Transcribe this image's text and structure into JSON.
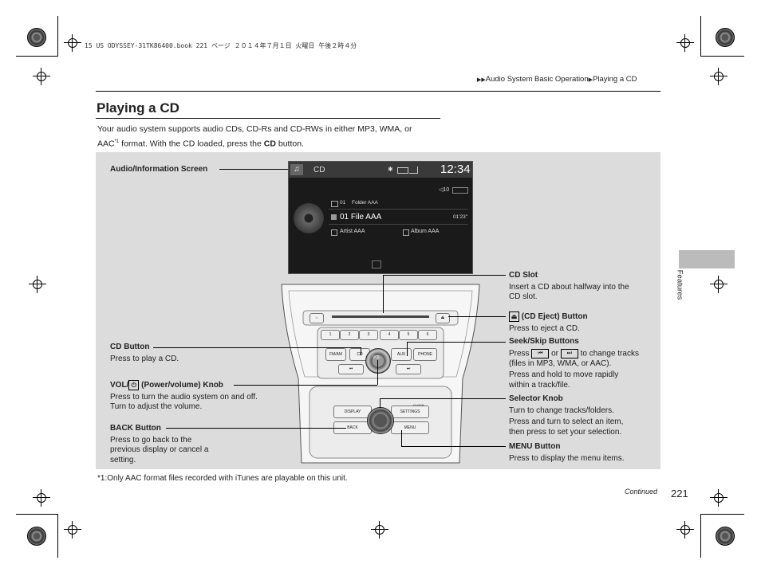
{
  "print_header": "15 US ODYSSEY-31TK86400.book  221 ページ  ２０１４年７月１日  火曜日  午後２時４分",
  "breadcrumb": {
    "arrows": "▶▶",
    "section": "Audio System Basic Operation",
    "sep": "▶",
    "page": "Playing a CD"
  },
  "title": "Playing a CD",
  "intro": {
    "line1": "Your audio system supports audio CDs, CD-Rs and CD-RWs in either MP3, WMA, or",
    "line2_pre": "AAC",
    "line2_sup": "*1",
    "line2_mid": " format. With the CD loaded, press the ",
    "line2_bold": "CD",
    "line2_post": " button."
  },
  "screen": {
    "label": "CD",
    "clock": "12:34",
    "volume": "◁10",
    "folder_no": "01",
    "folder": "Folder AAA",
    "track": "01 File AAA",
    "time": "01'23\"",
    "artist": "Artist AAA",
    "album": "Album AAA"
  },
  "console": {
    "presets": [
      "1",
      "2",
      "3",
      "4",
      "5",
      "6"
    ],
    "fm_am": "FM/AM",
    "cd": "CD",
    "aux": "AUX",
    "phone": "PHONE",
    "vol": "VOL",
    "display": "DISPLAY",
    "settings": "SETTINGS",
    "back": "BACK",
    "menu": "MENU",
    "clock": "CLOCK"
  },
  "callouts_left": {
    "screen": "Audio/Information Screen",
    "cd_button_title": "CD Button",
    "cd_button_desc": "Press to play a CD.",
    "vol_title_pre": "VOL/",
    "vol_title_post": " (Power/volume) Knob",
    "vol_desc1": "Press to turn the audio system on and off.",
    "vol_desc2": "Turn to adjust the volume.",
    "back_title": "BACK Button",
    "back_desc1": "Press to go back to the",
    "back_desc2": "previous display or cancel a",
    "back_desc3": "setting."
  },
  "callouts_right": {
    "cd_slot_title": "CD Slot",
    "cd_slot_desc1": "Insert a CD about halfway into the",
    "cd_slot_desc2": "CD slot.",
    "eject_title": " (CD Eject) Button",
    "eject_desc": "Press to eject a CD.",
    "seek_title": "Seek/Skip Buttons",
    "seek_desc1_pre": "Press ",
    "seek_desc1_mid": " or ",
    "seek_desc1_post": " to change tracks",
    "seek_desc2": "(files in MP3, WMA, or AAC).",
    "seek_desc3": "Press and hold to move rapidly",
    "seek_desc4": "within a track/file.",
    "selector_title": "Selector Knob",
    "selector_desc1": "Turn to change tracks/folders.",
    "selector_desc2": "Press and turn to select an item,",
    "selector_desc3": "then press to set your selection.",
    "menu_title": "MENU Button",
    "menu_desc": "Press to display the menu items."
  },
  "footnote": "*1:Only AAC format files recorded with iTunes are playable on this unit.",
  "continued": "Continued",
  "page_number": "221",
  "side_tab": "Features",
  "colors": {
    "panel": "#dcdcdc",
    "tab": "#bbbbbb"
  }
}
